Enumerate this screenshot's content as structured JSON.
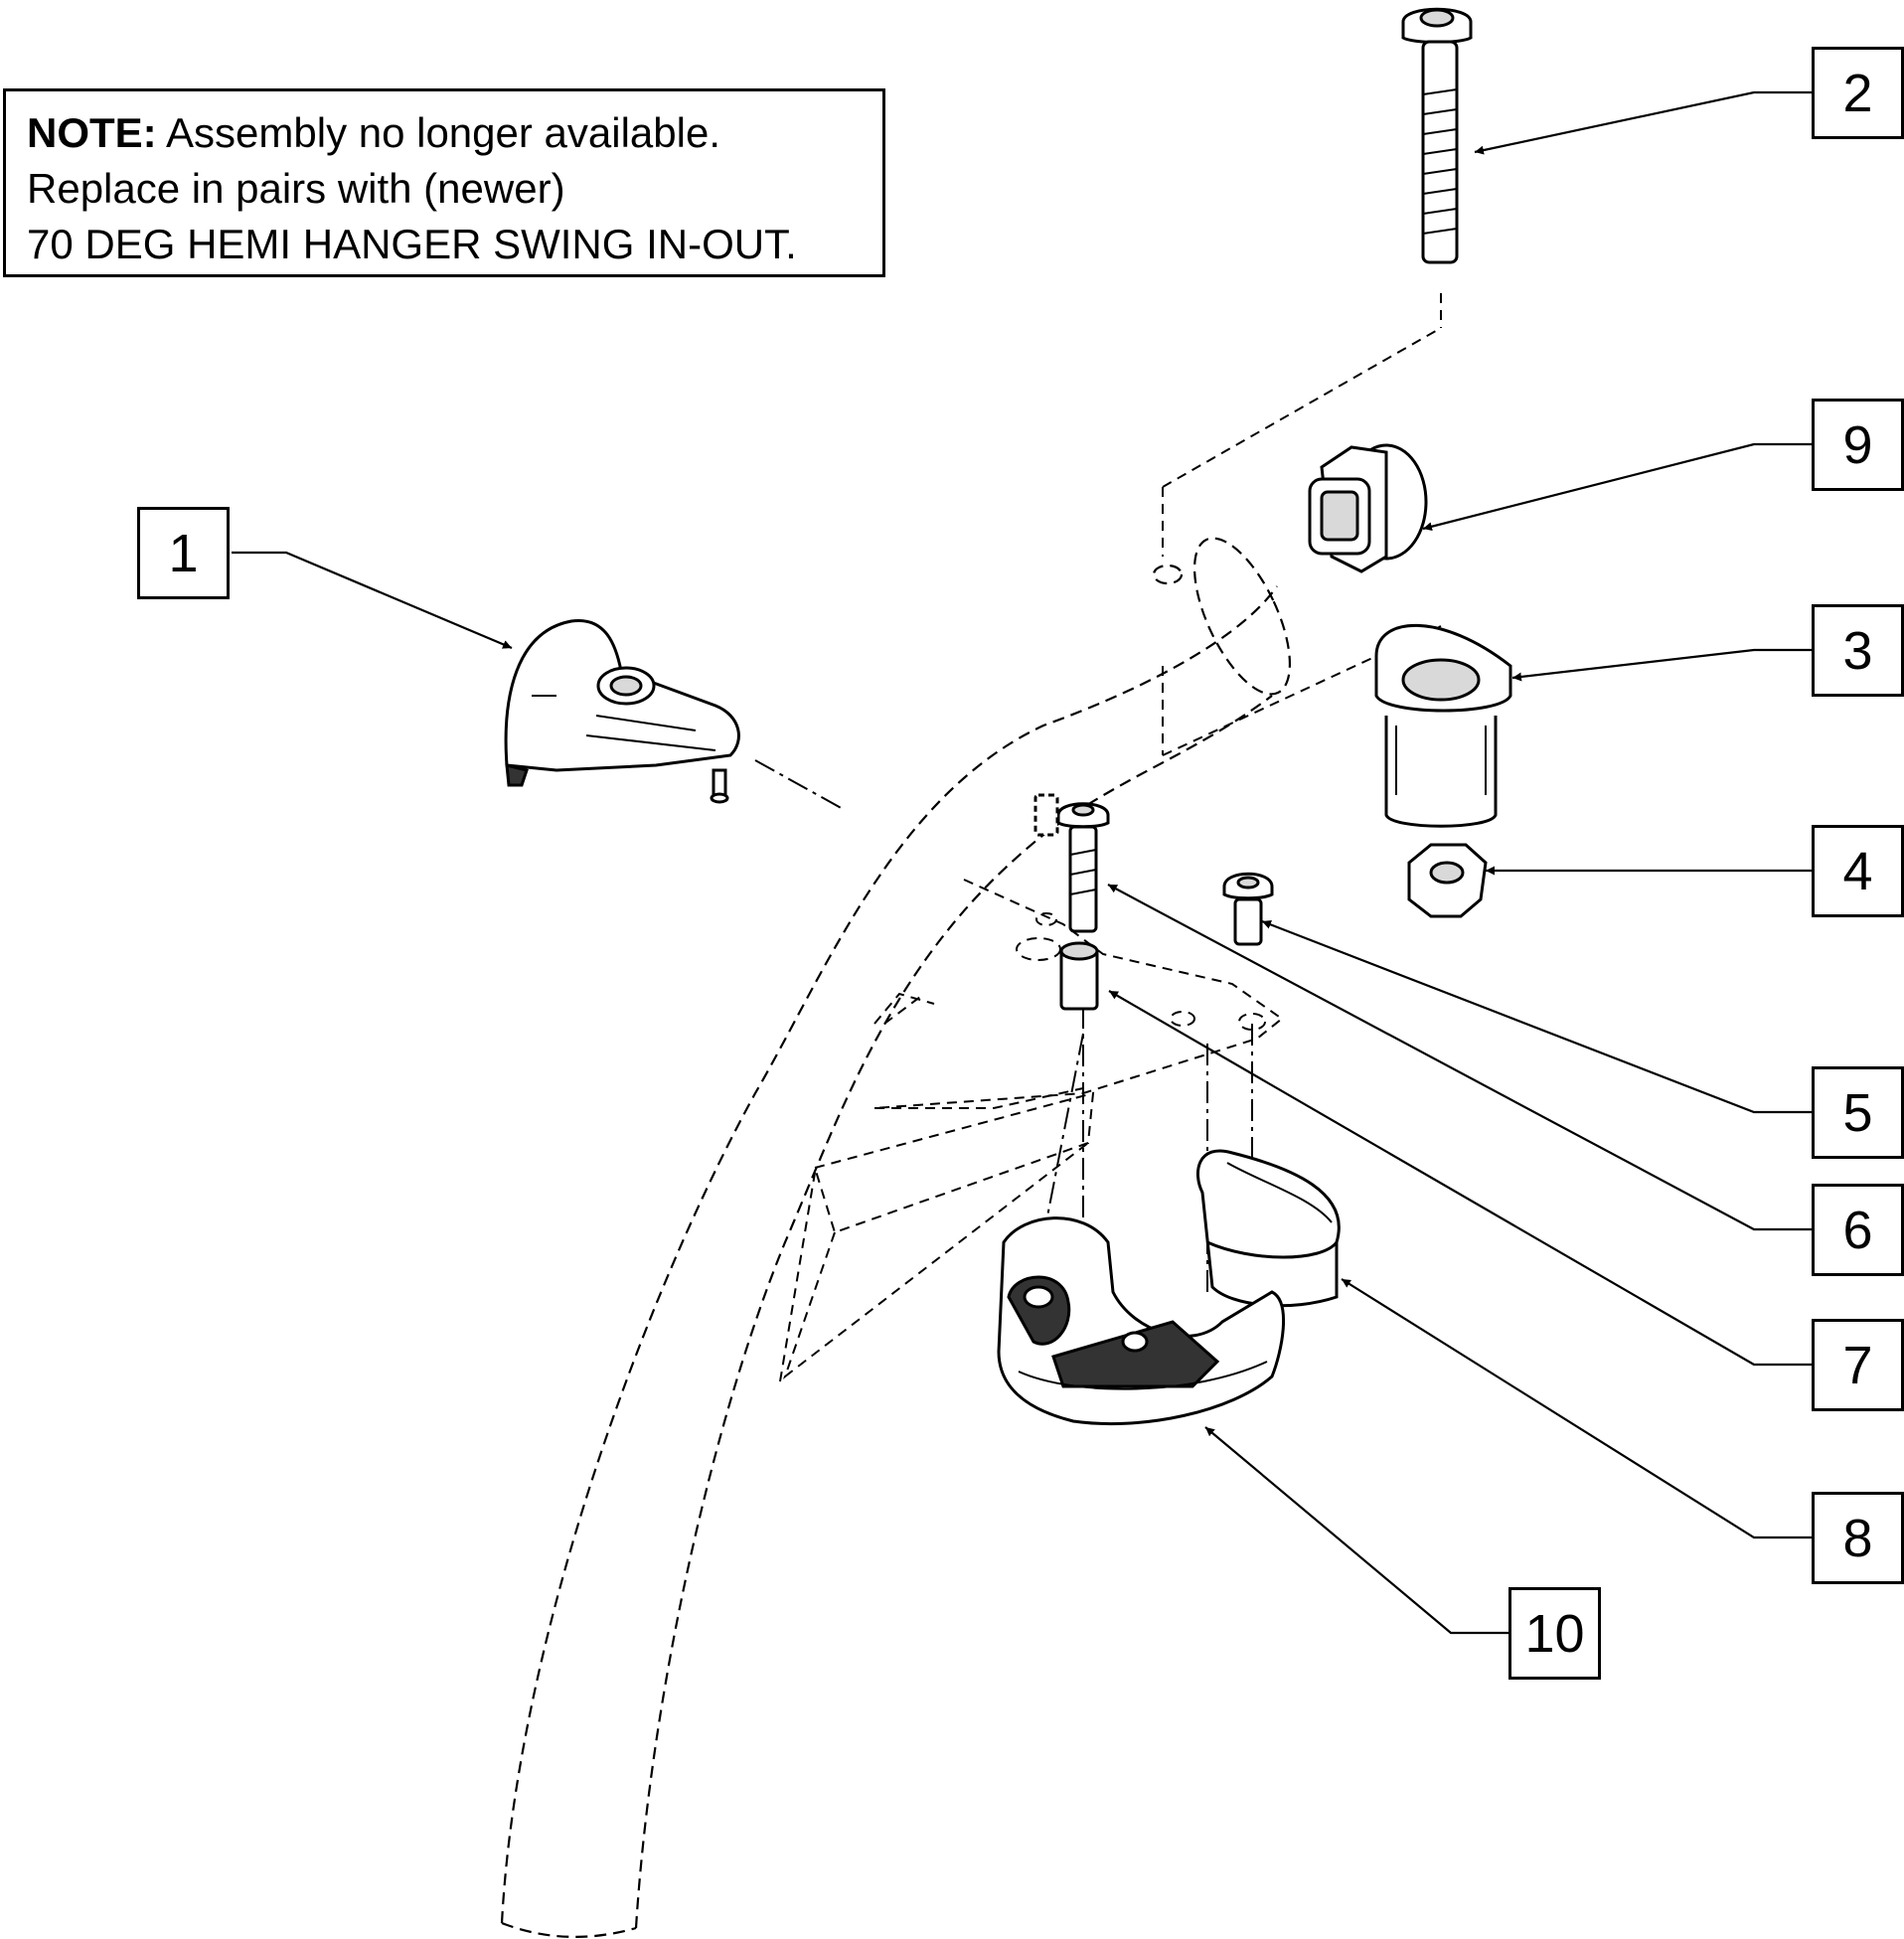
{
  "note": {
    "heading": "NOTE:",
    "lines": [
      "Assembly no longer available.",
      "Replace in pairs with (newer)",
      "70 DEG HEMI HANGER SWING IN-OUT."
    ]
  },
  "callouts": [
    {
      "id": "c1",
      "label": "1"
    },
    {
      "id": "c2",
      "label": "2"
    },
    {
      "id": "c3",
      "label": "3"
    },
    {
      "id": "c4",
      "label": "4"
    },
    {
      "id": "c5",
      "label": "5"
    },
    {
      "id": "c6",
      "label": "6"
    },
    {
      "id": "c7",
      "label": "7"
    },
    {
      "id": "c8",
      "label": "8"
    },
    {
      "id": "c9",
      "label": "9"
    },
    {
      "id": "c10",
      "label": "10"
    }
  ],
  "colors": {
    "ink": "#000000",
    "paper": "#ffffff",
    "shade": "#d9d9d9"
  }
}
